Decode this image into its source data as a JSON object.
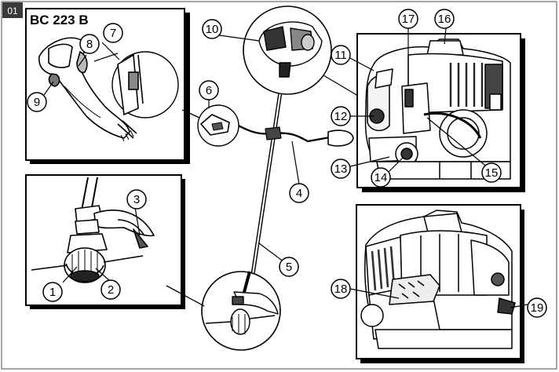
{
  "page": {
    "tag": "01"
  },
  "model": "BC 223 B",
  "callouts": {
    "c1": "1",
    "c2": "2",
    "c3": "3",
    "c4": "4",
    "c5": "5",
    "c6": "6",
    "c7": "7",
    "c8": "8",
    "c9": "9",
    "c10": "10",
    "c11": "11",
    "c12": "12",
    "c13": "13",
    "c14": "14",
    "c15": "15",
    "c16": "16",
    "c17": "17",
    "c18": "18",
    "c19": "19"
  }
}
